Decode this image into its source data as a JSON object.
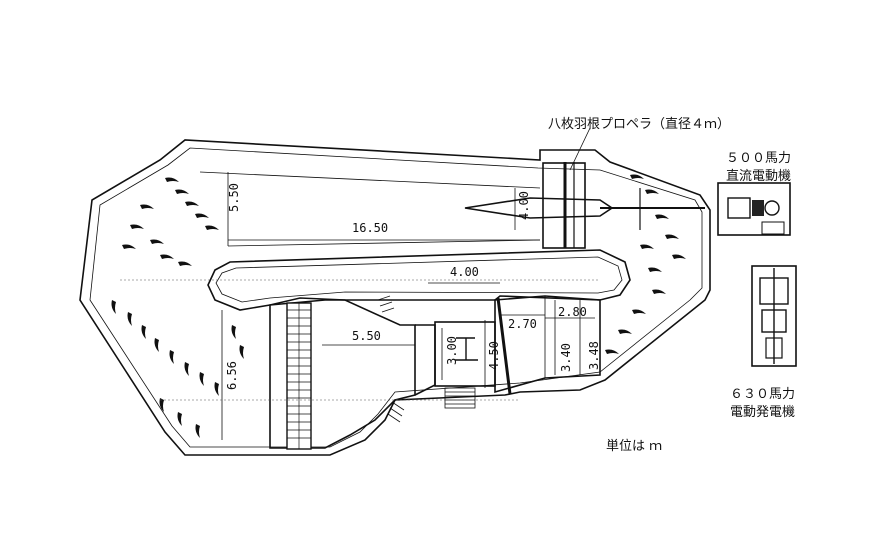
{
  "labels": {
    "propeller": "八枚羽根プロペラ（直径４ｍ）",
    "motor_hp": "５００馬力",
    "motor_type": "直流電動機",
    "generator_hp": "６３０馬力",
    "generator_type": "電動発電機",
    "unit": "単位は ｍ"
  },
  "dimensions": {
    "return_width": "5.50",
    "return_length": "16.50",
    "fan_dia": "4.00",
    "test_len": "4.00",
    "settling_len": "5.50",
    "settling_width": "6.56",
    "nozzle_exit": "3.00",
    "test_entry": "4.50",
    "test_section": "2.70",
    "diffuser_len": "2.80",
    "diff_h1": "3.40",
    "diff_h2": "3.48"
  }
}
